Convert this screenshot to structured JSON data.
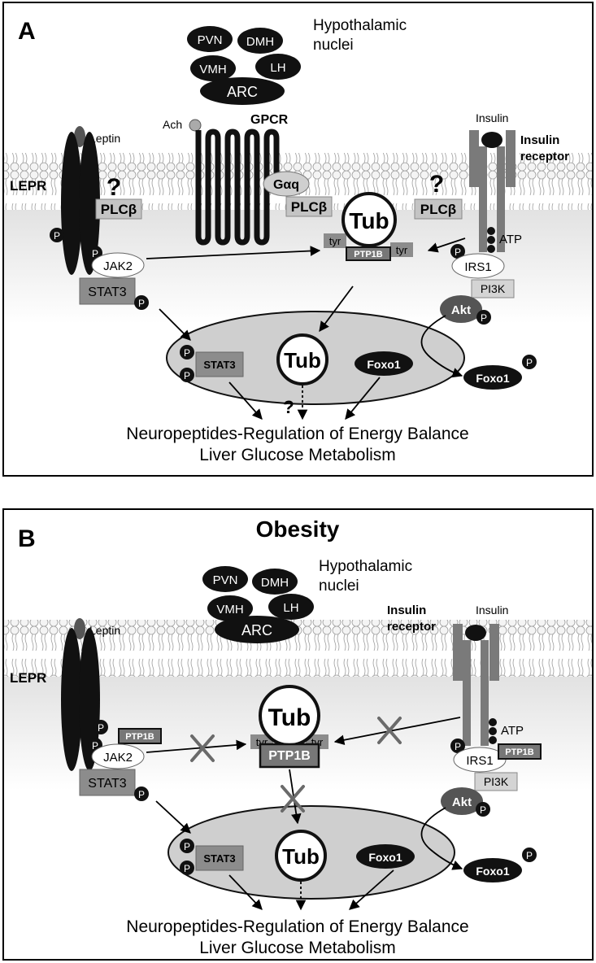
{
  "panelA": {
    "label": "A",
    "nuclei": {
      "pvn": "PVN",
      "dmh": "DMH",
      "vmh": "VMH",
      "lh": "LH",
      "arc": "ARC",
      "title_line1": "Hypothalamic",
      "title_line2": "nuclei"
    },
    "leptin": "Leptin",
    "lepr": "LEPR",
    "ach": "Ach",
    "gpcr": "GPCR",
    "insulin": "Insulin",
    "insulin_receptor_line1": "Insulin",
    "insulin_receptor_line2": "receptor",
    "question": "?",
    "plc": "PLCβ",
    "galpha_q": "Gαq",
    "p": "P",
    "jak2": "JAK2",
    "stat3": "STAT3",
    "tub": "Tub",
    "tyr": "tyr",
    "ptp1b": "PTP1B",
    "atp": "ATP",
    "irs1": "IRS1",
    "pi3k": "PI3K",
    "akt": "Akt",
    "foxo1": "Foxo1",
    "bottom_line1": "Neuropeptides-Regulation of Energy Balance",
    "bottom_line2": "Liver Glucose Metabolism"
  },
  "panelB": {
    "label": "B",
    "title": "Obesity",
    "nuclei": {
      "pvn": "PVN",
      "dmh": "DMH",
      "vmh": "VMH",
      "lh": "LH",
      "arc": "ARC",
      "title_line1": "Hypothalamic",
      "title_line2": "nuclei"
    },
    "leptin": "Leptin",
    "lepr": "LEPR",
    "insulin": "Insulin",
    "insulin_receptor_line1": "Insulin",
    "insulin_receptor_line2": "receptor",
    "p": "P",
    "jak2": "JAK2",
    "stat3": "STAT3",
    "tub": "Tub",
    "tyr": "tyr",
    "ptp1b": "PTP1B",
    "atp": "ATP",
    "irs1": "IRS1",
    "pi3k": "PI3K",
    "akt": "Akt",
    "foxo1": "Foxo1",
    "bottom_line1": "Neuropeptides-Regulation of Energy Balance",
    "bottom_line2": "Liver Glucose Metabolism"
  },
  "colors": {
    "membrane": "#e3e3e3",
    "lipid_head": "#f2f2f2",
    "receptor": "#111111",
    "gray_box": "#8c8c8c",
    "light_box": "#d4d4d4",
    "nucleus": "#cfcfcf",
    "insulin_receptor": "#7a7a7a"
  }
}
